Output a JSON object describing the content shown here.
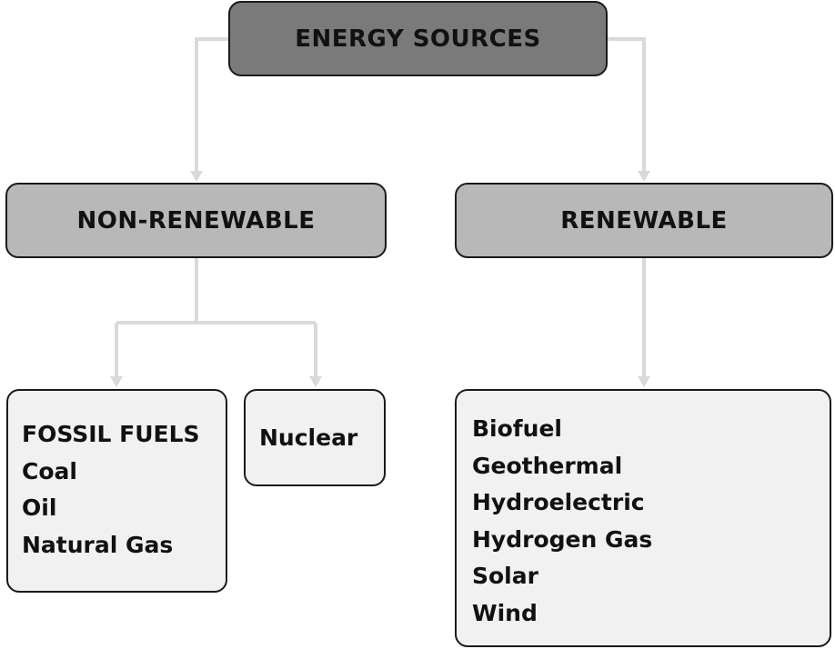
{
  "diagram": {
    "root": {
      "label": "ENERGY SOURCES"
    },
    "categories": {
      "non_renewable": {
        "label": "NON-RENEWABLE",
        "fossil_fuels": {
          "heading": "FOSSIL FUELS",
          "items": [
            "Coal",
            "Oil",
            "Natural Gas"
          ]
        },
        "nuclear": {
          "label": "Nuclear"
        }
      },
      "renewable": {
        "label": "RENEWABLE",
        "items": [
          "Biofuel",
          "Geothermal",
          "Hydroelectric",
          "Hydrogen Gas",
          "Solar",
          "Wind"
        ]
      }
    },
    "colors": {
      "root_fill": "#7a7a7a",
      "category_fill": "#b8b8b8",
      "leaf_fill": "#f1f1f1",
      "connector": "#d9d9d9",
      "border": "#1a1a1a"
    }
  }
}
